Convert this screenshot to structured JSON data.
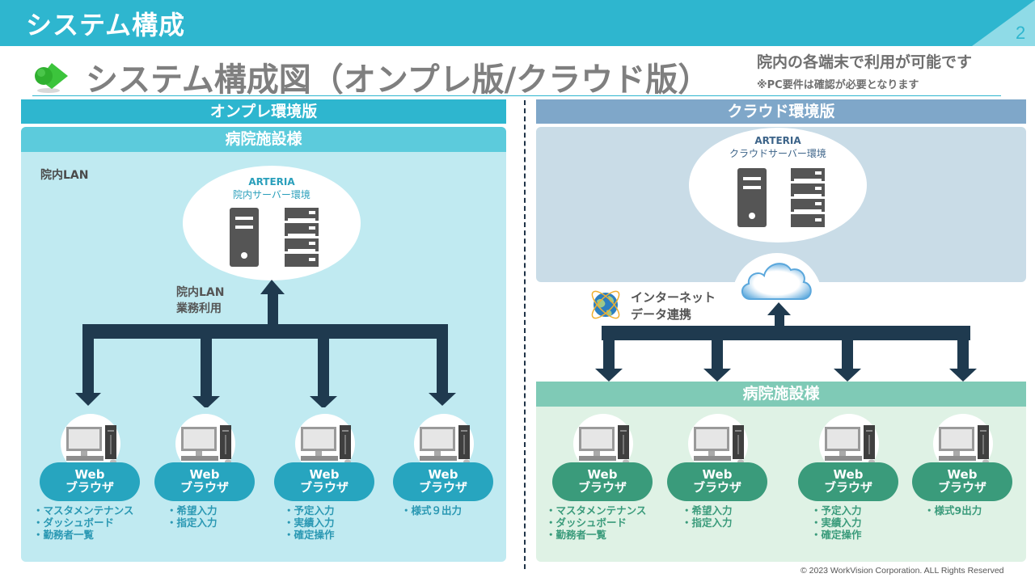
{
  "header": {
    "title": "システム構成",
    "page_number": "2"
  },
  "subtitle": {
    "main_title": "システム構成図（オンプレ版/クラウド版）",
    "note_main": "院内の各端末で利用が可能です",
    "note_sub": "※PC要件は確認が必要となります"
  },
  "onprem": {
    "heading": "オンプレ環境版",
    "subheading": "病院施設様",
    "lan_label": "院内LAN",
    "server": {
      "line1": "ARTERIA",
      "line2": "院内サーバー環境"
    },
    "connection_label": {
      "line1": "院内LAN",
      "line2": "業務利用"
    },
    "terminals": [
      {
        "line1": "Web",
        "line2": "ブラウザ",
        "bullets": [
          "・マスタメンテナンス",
          "・ダッシュボード",
          "・勤務者一覧"
        ]
      },
      {
        "line1": "Web",
        "line2": "ブラウザ",
        "bullets": [
          "・希望入力",
          "・指定入力"
        ]
      },
      {
        "line1": "Web",
        "line2": "ブラウザ",
        "bullets": [
          "・予定入力",
          "・実績入力",
          "・確定操作"
        ]
      },
      {
        "line1": "Web",
        "line2": "ブラウザ",
        "bullets": [
          "・様式９出力"
        ]
      }
    ]
  },
  "cloud": {
    "heading": "クラウド環境版",
    "server": {
      "line1": "ARTERIA",
      "line2": "クラウドサーバー環境"
    },
    "connection_label": {
      "line1": "インターネット",
      "line2": "データ連携"
    },
    "subheading": "病院施設様",
    "terminals": [
      {
        "line1": "Web",
        "line2": "ブラウザ",
        "bullets": [
          "・マスタメンテナンス",
          "・ダッシュボード",
          "・勤務者一覧"
        ]
      },
      {
        "line1": "Web",
        "line2": "ブラウザ",
        "bullets": [
          "・希望入力",
          "・指定入力"
        ]
      },
      {
        "line1": "Web",
        "line2": "ブラウザ",
        "bullets": [
          "・予定入力",
          "・実績入力",
          "・確定操作"
        ]
      },
      {
        "line1": "Web",
        "line2": "ブラウザ",
        "bullets": [
          "・様式9出力"
        ]
      }
    ]
  },
  "colors": {
    "header_teal": "#2eb6cf",
    "onprem_panel": "#c0eaf1",
    "cloud_heading": "#7fa7c9",
    "cloud_panel": "#c9dce7",
    "facility_green": "#7fcab6",
    "arrow_navy": "#1f3a4f",
    "pill_blue": "#27a5bf",
    "pill_green": "#3a9b7b"
  },
  "footer": {
    "copyright": "© 2023 WorkVision Corporation. ALL Rights Reserved"
  }
}
